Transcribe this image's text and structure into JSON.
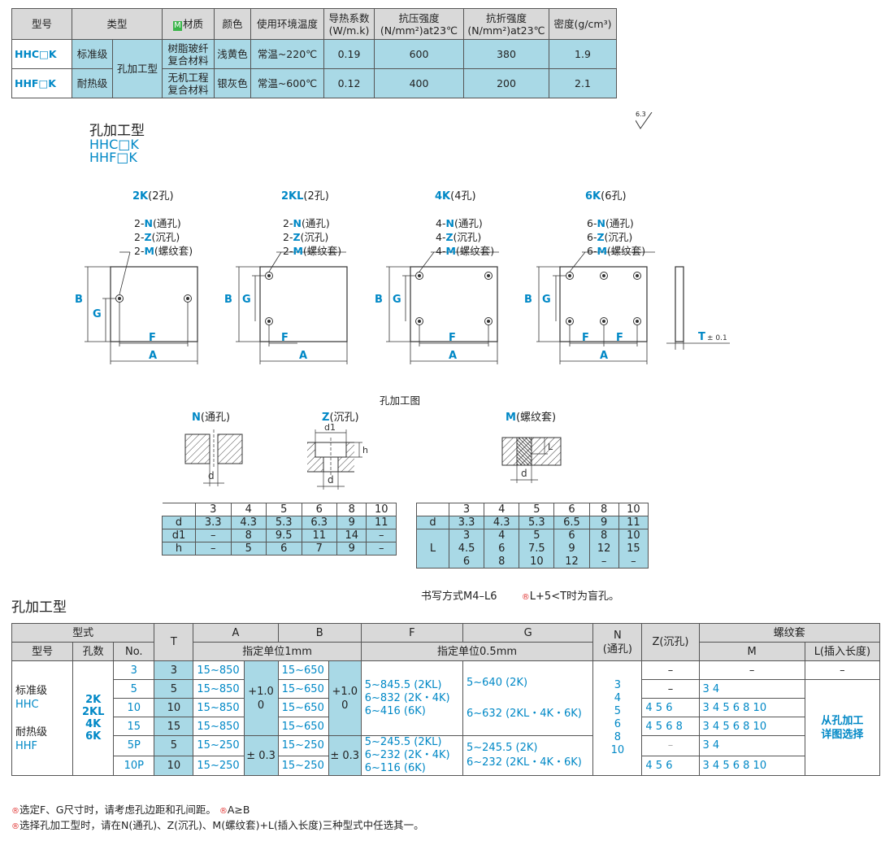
{
  "spec_table": {
    "headers": [
      "型号",
      "类型",
      "材质",
      "颜色",
      "使用环境温度",
      "导热系数",
      "(W/m.k)",
      "抗压强度",
      "(N/mm²)at23℃",
      "抗折强度",
      "(N/mm²)at23℃",
      "密度(g/cm³)"
    ],
    "material_badge": "M",
    "rows": [
      {
        "code": "HHC□K",
        "grade": "标准级",
        "type": "孔加工型",
        "material_1": "树脂玻纤",
        "material_2": "复合材料",
        "color": "浅黄色",
        "temp": "常温~220℃",
        "conductivity": "0.19",
        "compressive": "600",
        "flexural": "380",
        "density": "1.9"
      },
      {
        "code": "HHF□K",
        "grade": "耐热级",
        "material_1": "无机工程",
        "material_2": "复合材料",
        "color": "银灰色",
        "temp": "常温~600℃",
        "conductivity": "0.12",
        "compressive": "400",
        "flexural": "200",
        "density": "2.1"
      }
    ]
  },
  "roughness": "6.3",
  "section1": {
    "title": "孔加工型",
    "code1": "HHC□K",
    "code2": "HHF□K"
  },
  "drawings": [
    {
      "title_code": "2K",
      "title_suffix": "(2孔)",
      "n": "2-",
      "z": "2-",
      "m": "2-"
    },
    {
      "title_code": "2KL",
      "title_suffix": "(2孔)",
      "n": "2-",
      "z": "2-",
      "m": "2-"
    },
    {
      "title_code": "4K",
      "title_suffix": "(4孔)",
      "n": "4-",
      "z": "4-",
      "m": "4-"
    },
    {
      "title_code": "6K",
      "title_suffix": "(6孔)",
      "n": "6-",
      "z": "6-",
      "m": "6-"
    }
  ],
  "callouts": {
    "N": "N",
    "N_text": "(通孔)",
    "Z": "Z",
    "Z_text": "(沉孔)",
    "M": "M",
    "M_text": "(螺纹套)"
  },
  "dims": {
    "A": "A",
    "B": "B",
    "F": "F",
    "G": "G",
    "T": "T",
    "T_tol": "± 0.1",
    "d": "d",
    "d1": "d1",
    "h": "h",
    "L": "L"
  },
  "hole_drawing_title": "孔加工图",
  "hole_types": [
    {
      "code": "N",
      "text": "(通孔)"
    },
    {
      "code": "Z",
      "text": "(沉孔)"
    },
    {
      "code": "M",
      "text": "(螺纹套)"
    }
  ],
  "nz_table": {
    "header": [
      "3",
      "4",
      "5",
      "6",
      "8",
      "10"
    ],
    "rows": [
      {
        "label": "d",
        "values": [
          "3.3",
          "4.3",
          "5.3",
          "6.3",
          "9",
          "11"
        ]
      },
      {
        "label": "d1",
        "values": [
          "–",
          "8",
          "9.5",
          "11",
          "14",
          "–"
        ]
      },
      {
        "label": "h",
        "values": [
          "–",
          "5",
          "6",
          "7",
          "9",
          "–"
        ]
      }
    ]
  },
  "m_table": {
    "header": [
      "3",
      "4",
      "5",
      "6",
      "8",
      "10"
    ],
    "d_label": "d",
    "d_values": [
      "3.3",
      "4.3",
      "5.3",
      "6.5",
      "9",
      "11"
    ],
    "l_label": "L",
    "l_rows": [
      [
        "3",
        "4",
        "5",
        "6",
        "8",
        "10"
      ],
      [
        "4.5",
        "6",
        "7.5",
        "9",
        "12",
        "15"
      ],
      [
        "6",
        "8",
        "10",
        "12",
        "–",
        "–"
      ]
    ]
  },
  "m_note": {
    "text1": "书写方式M4–L6",
    "text2": "L+5<T时为盲孔。"
  },
  "section2": {
    "title": "孔加工型"
  },
  "main_table": {
    "h_type": "型式",
    "h_T": "T",
    "h_A": "A",
    "h_B": "B",
    "h_F": "F",
    "h_G": "G",
    "h_N": "N",
    "h_N2": "(通孔)",
    "h_Z": "Z(沉孔)",
    "h_thread": "螺纹套",
    "h_model": "型号",
    "h_holes": "孔数",
    "h_no": "No.",
    "h_unit1": "指定单位1mm",
    "h_unit05": "指定单位0.5mm",
    "h_M": "M",
    "h_L": "L(插入长度)",
    "model_std": "标准级",
    "model_std_code": "HHC",
    "model_heat": "耐热级",
    "model_heat_code": "HHF",
    "holes": [
      "2K",
      "2KL",
      "4K",
      "6K"
    ],
    "rows": [
      {
        "no": "3",
        "T": "3",
        "A": "15~850",
        "B": "15~650",
        "Z": "–",
        "M": "–",
        "L": "–"
      },
      {
        "no": "5",
        "T": "5",
        "A": "15~850",
        "B": "15~650",
        "Z": "–",
        "M": "3  4"
      },
      {
        "no": "10",
        "T": "10",
        "A": "15~850",
        "B": "15~650",
        "Z": "4  5  6",
        "M": "3  4  5  6  8  10"
      },
      {
        "no": "15",
        "T": "15",
        "A": "15~850",
        "B": "15~650",
        "Z": "4  5  6  8",
        "M": "3  4  5  6  8  10"
      },
      {
        "no": "5P",
        "T": "5",
        "A": "15~250",
        "B": "15~250",
        "Z": "–",
        "M": "3  4"
      },
      {
        "no": "10P",
        "T": "10",
        "A": "15~250",
        "B": "15~250",
        "Z": "4  5  6",
        "M": "3  4  5  6  8  10"
      }
    ],
    "tol1": "+1.0",
    "tol1b": "0",
    "tol2": "± 0.3",
    "F_top": [
      "5~845.5 (2KL)",
      "6~832 (2K・4K)",
      "6~416 (6K)"
    ],
    "F_bot": [
      "5~245.5 (2KL)",
      "6~232 (2K・4K)",
      "6~116 (6K)"
    ],
    "G_top1": "5~640   (2K)",
    "G_top2": "6~632 (2KL・4K・6K)",
    "G_bot1": "5~245.5 (2K)",
    "G_bot2": "6~232 (2KL・4K・6K)",
    "N_values": [
      "3",
      "4",
      "5",
      "6",
      "8",
      "10"
    ],
    "L_note1": "从孔加工",
    "L_note2": "详图选择"
  },
  "notes": [
    "选定F、G尺寸时，请考虑孔边距和孔间距。",
    "A≥B",
    "选择孔加工型时，请在N(通孔)、Z(沉孔)、M(螺纹套)+L(插入长度)三种型式中任选其一。"
  ],
  "note_mark": "®"
}
